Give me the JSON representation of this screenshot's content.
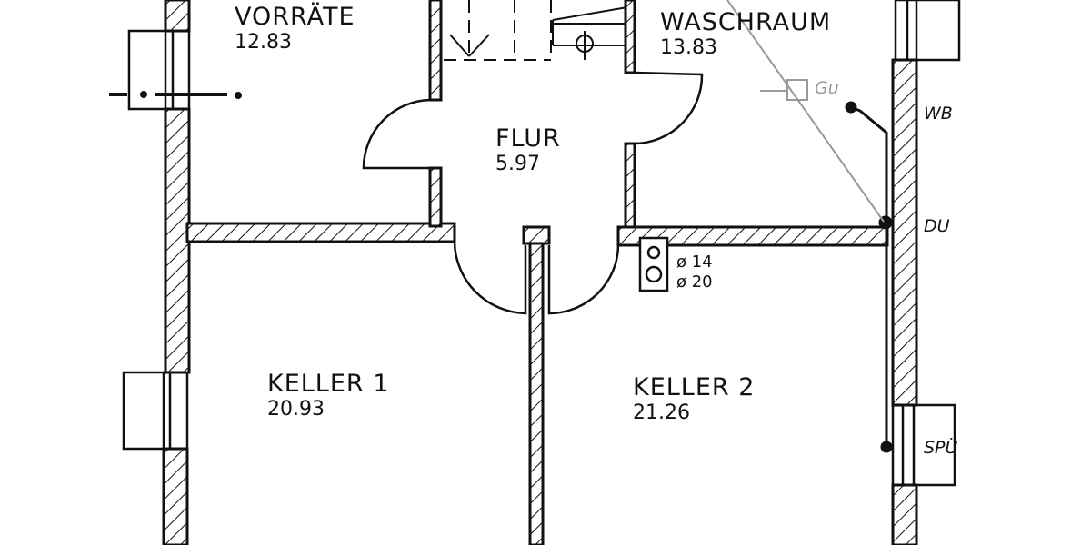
{
  "plan": {
    "rooms": [
      {
        "name": "VORRÄTE",
        "area": "12.83"
      },
      {
        "name": "WASCHRAUM",
        "area": "13.83"
      },
      {
        "name": "FLUR",
        "area": "5.97"
      },
      {
        "name": "KELLER 1",
        "area": "20.93"
      },
      {
        "name": "KELLER 2",
        "area": "21.26"
      }
    ],
    "chimney": {
      "flue_1": "ø 14",
      "flue_2": "ø 20"
    },
    "annotations": {
      "gu": "Gu",
      "wb": "WB",
      "du": "DU",
      "spue": "SPÜ"
    },
    "colors": {
      "line": "#111111",
      "pencil": "#999999",
      "paper": "#ffffff"
    }
  }
}
